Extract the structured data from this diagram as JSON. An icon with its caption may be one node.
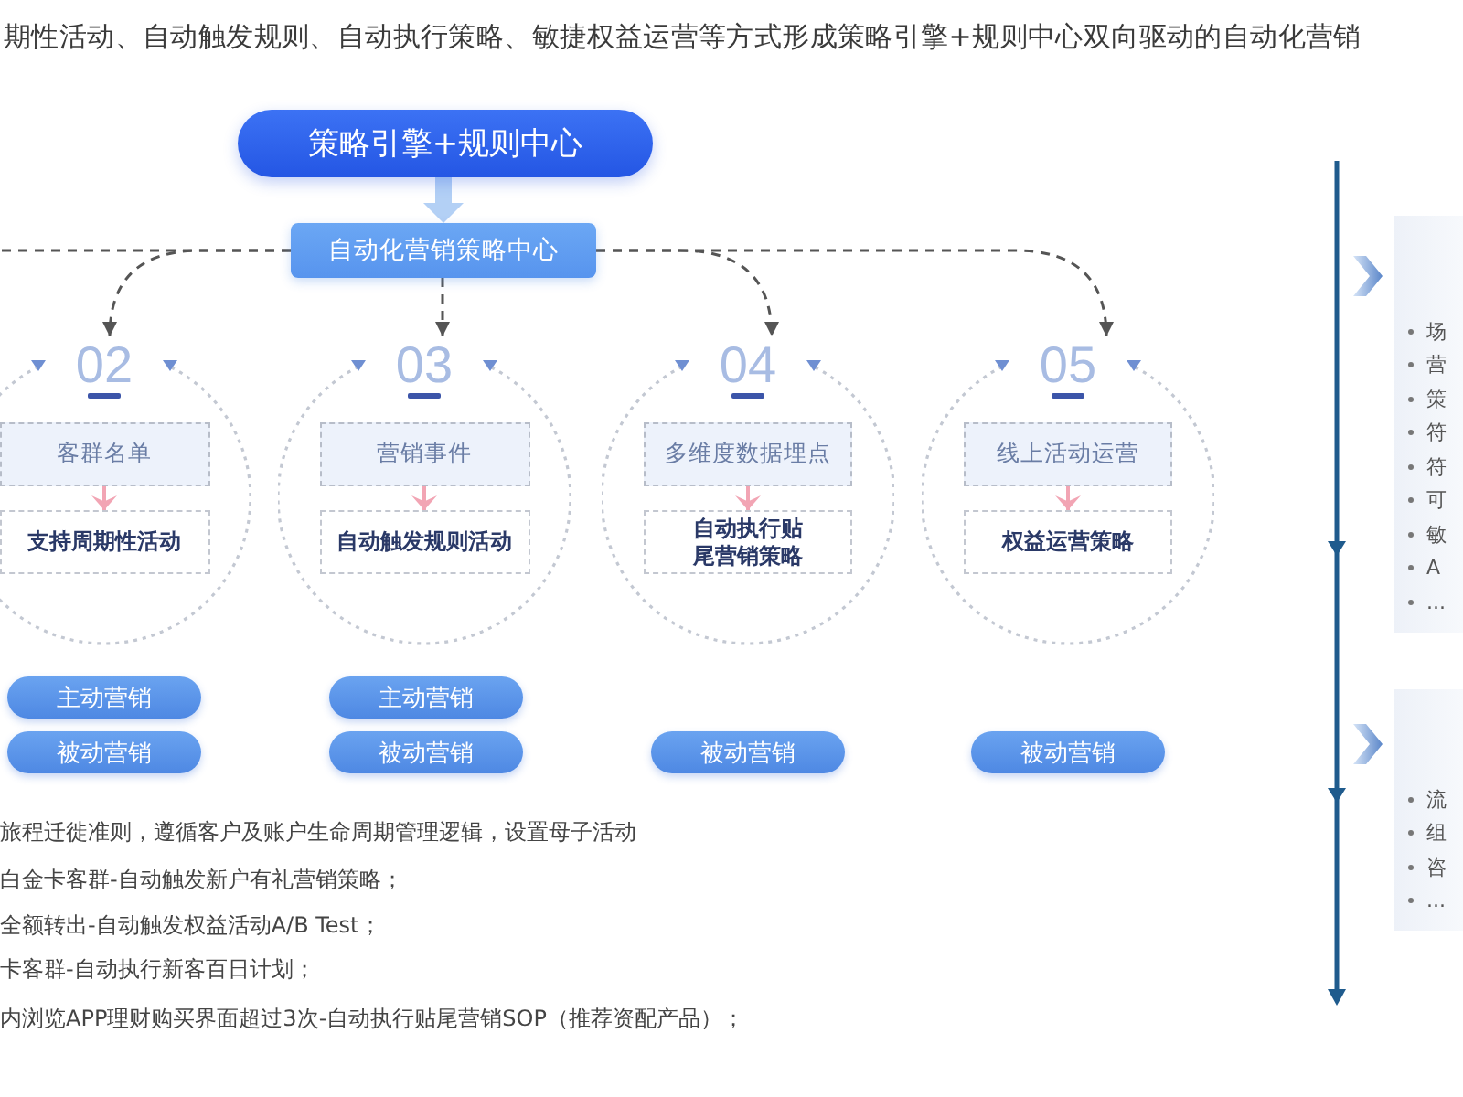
{
  "diagram": {
    "nodes": [
      {
        "text": [
          "策略引擎+规则中心"
        ]
      },
      {
        "text": [
          "自动化营销策略中心"
        ]
      },
      {
        "text": [
          "02"
        ]
      },
      {
        "text": [
          "客群名单"
        ],
        "in": 2
      },
      {
        "text": [
          "支持周期性活动"
        ],
        "in": 2
      },
      {
        "text": [
          "03"
        ]
      },
      {
        "text": [
          "营销事件"
        ],
        "in": 5
      },
      {
        "text": [
          "自动触发规则活动"
        ],
        "in": 5
      },
      {
        "text": [
          "04"
        ]
      },
      {
        "text": [
          "多维度数据埋点"
        ],
        "in": 8
      },
      {
        "text": [
          "自动执行贴尾营销策略"
        ],
        "in": 8
      },
      {
        "text": [
          "05"
        ]
      },
      {
        "text": [
          "线上活动运营"
        ],
        "in": 11
      },
      {
        "text": [
          "权益运营策略"
        ],
        "in": 11
      },
      {
        "text": [
          "主动营销"
        ]
      },
      {
        "text": [
          "被动营销"
        ]
      },
      {
        "text": [
          "主动营销"
        ]
      },
      {
        "text": [
          "被动营销"
        ]
      },
      {
        "text": [
          "被动营销"
        ]
      },
      {
        "text": [
          "被动营销"
        ]
      },
      {
        "text": [
          "场",
          "营",
          "策",
          "符",
          "符",
          "可",
          "敏",
          "A",
          "..."
        ]
      },
      {
        "text": [
          "流",
          "组",
          "咨",
          "..."
        ]
      }
    ],
    "edges": [
      {
        "from": 0,
        "to": 1,
        "arrow": "to",
        "style": "thick",
        "color": "#b3d0f5"
      },
      {
        "from": 1,
        "to": null,
        "arrow": "none",
        "style": "dashed"
      },
      {
        "from": 1,
        "to": 2,
        "arrow": "to",
        "style": "dashed"
      },
      {
        "from": 1,
        "to": 5,
        "arrow": "to",
        "style": "dashed"
      },
      {
        "from": 1,
        "to": 8,
        "arrow": "to",
        "style": "dashed"
      },
      {
        "from": 1,
        "to": 11,
        "arrow": "to",
        "style": "dashed"
      },
      {
        "from": 3,
        "to": 4,
        "arrow": "to",
        "color": "#f2a5b4"
      },
      {
        "from": 6,
        "to": 7,
        "arrow": "to",
        "color": "#f2a5b4"
      },
      {
        "from": 9,
        "to": 10,
        "arrow": "to",
        "color": "#f2a5b4"
      },
      {
        "from": 12,
        "to": 13,
        "arrow": "to",
        "color": "#f2a5b4"
      }
    ],
    "labels": [
      "期性活动、自动触发规则、自动执行策略、敏捷权益运营等方式形成策略引擎+规则中心双向驱动的自动化营销",
      "旅程迁徙准则，遵循客户及账户生命周期管理逻辑，设置母子活动",
      "白金卡客群-自动触发新户有礼营销策略；",
      "全额转出-自动触发权益活动A/B Test；",
      "卡客群-自动执行新客百日计划；",
      "内浏览APP理财购买界面超过3次-自动执行贴尾营销SOP（推荐资配产品）；"
    ]
  }
}
